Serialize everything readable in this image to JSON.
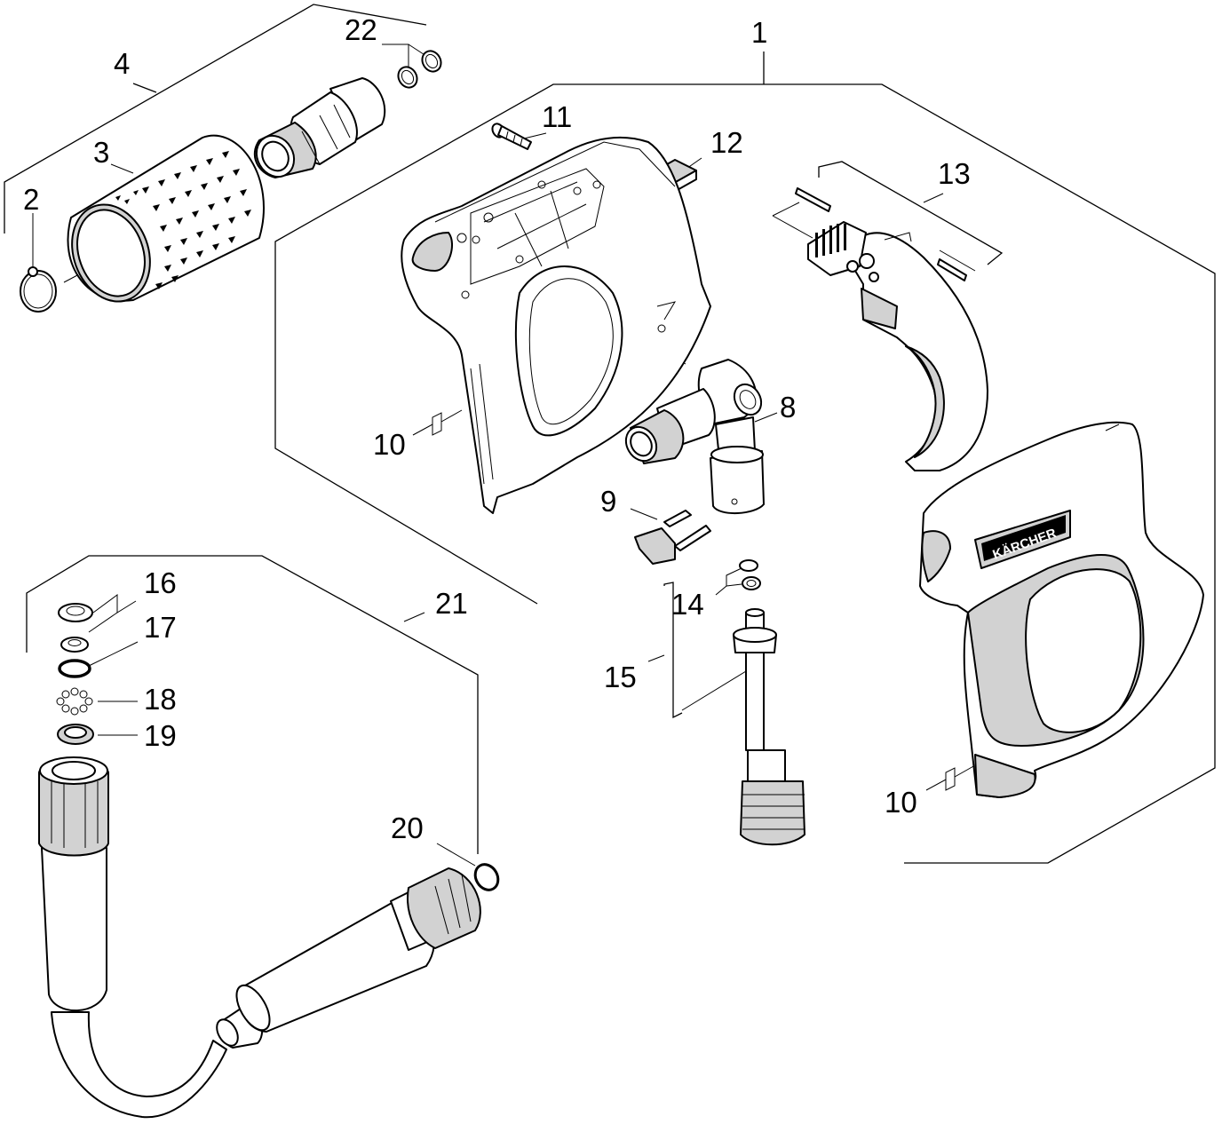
{
  "labels": {
    "l1": "1",
    "l2": "2",
    "l3": "3",
    "l4": "4",
    "l8": "8",
    "l9": "9",
    "l10a": "10",
    "l10b": "10",
    "l11": "11",
    "l12": "12",
    "l13": "13",
    "l14": "14",
    "l15": "15",
    "l16": "16",
    "l17": "17",
    "l18": "18",
    "l19": "19",
    "l20": "20",
    "l21": "21",
    "l22": "22"
  },
  "brand_text": "KÄRCHER"
}
